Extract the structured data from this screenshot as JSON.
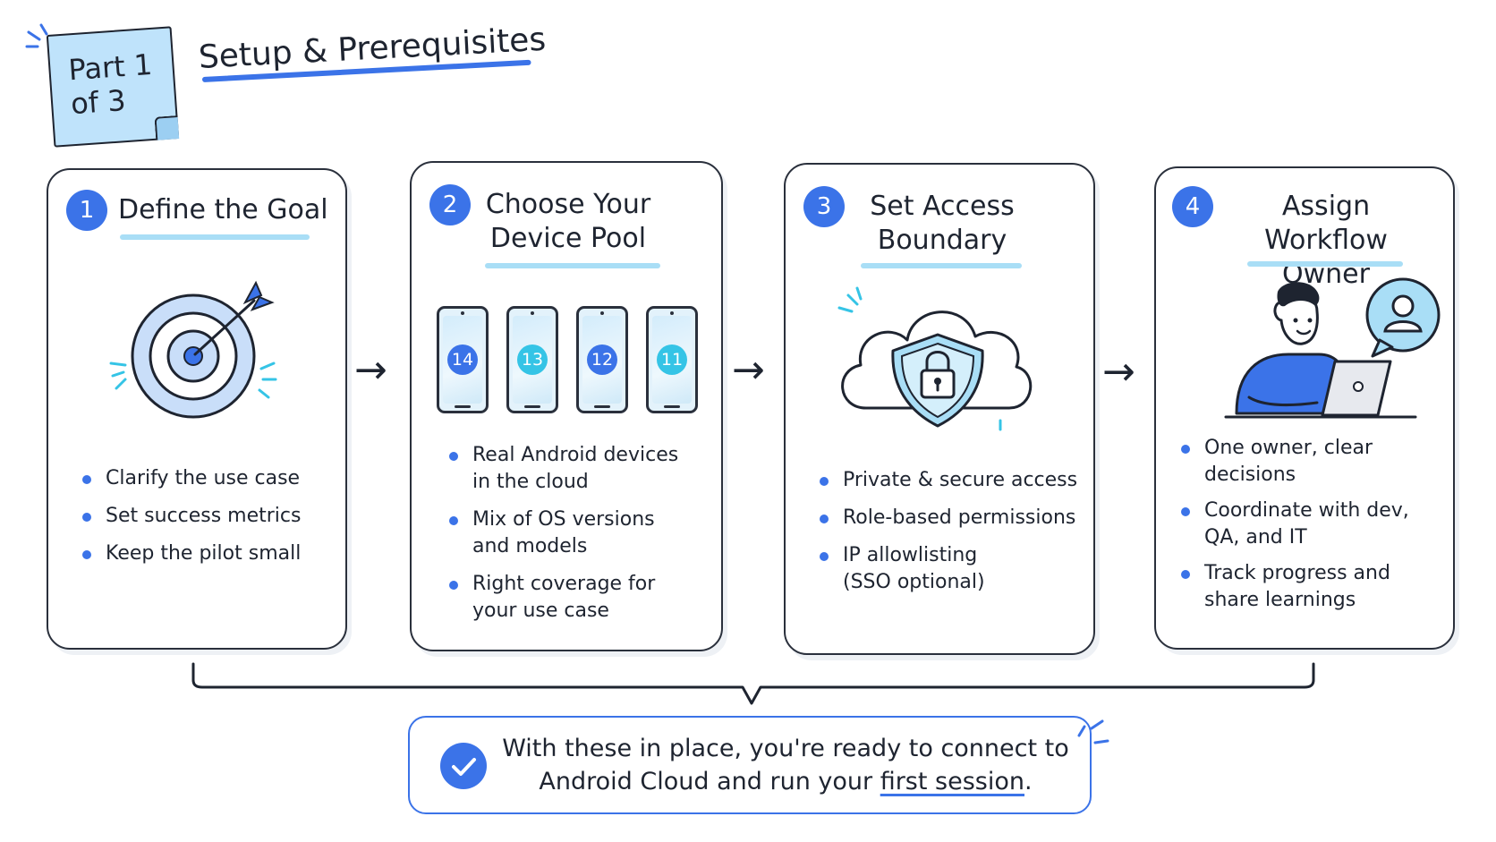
{
  "header": {
    "part_line1": "Part 1",
    "part_line2": "of 3",
    "title": "Setup & Prerequisites"
  },
  "steps": [
    {
      "number": "1",
      "title_line1": "Define the Goal",
      "title_line2": "",
      "bullets": [
        "Clarify the use case",
        "Set success metrics",
        "Keep the pilot small"
      ]
    },
    {
      "number": "2",
      "title_line1": "Choose Your",
      "title_line2": "Device Pool",
      "devices": [
        "14",
        "13",
        "12",
        "11"
      ],
      "bullets": [
        {
          "line1": "Real Android devices",
          "line2": "in the cloud"
        },
        {
          "line1": "Mix of OS versions",
          "line2": "and models"
        },
        {
          "line1": "Right coverage for",
          "line2": "your use case"
        }
      ]
    },
    {
      "number": "3",
      "title_line1": "Set Access",
      "title_line2": "Boundary",
      "bullets": [
        {
          "line1": "Private & secure access",
          "line2": ""
        },
        {
          "line1": "Role-based permissions",
          "line2": ""
        },
        {
          "line1": "IP allowlisting",
          "line2": "(SSO optional)"
        }
      ]
    },
    {
      "number": "4",
      "title_line1": "Assign Workflow",
      "title_line2": "Owner",
      "bullets": [
        {
          "line1": "One owner, clear decisions",
          "line2": ""
        },
        {
          "line1": "Coordinate with dev,",
          "line2": "QA, and IT"
        },
        {
          "line1": "Track progress and",
          "line2": "share learnings"
        }
      ]
    }
  ],
  "conclusion": {
    "line1": "With these in place, you're ready to connect to",
    "line2_prefix": "Android Cloud and run your ",
    "line2_emphasis": "first session",
    "line2_suffix": "."
  },
  "colors": {
    "accent_blue": "#3b73e8",
    "light_blue": "#a9def6",
    "cyan": "#35c4e6",
    "sticky": "#bfe3fb",
    "ink": "#1e2430"
  }
}
